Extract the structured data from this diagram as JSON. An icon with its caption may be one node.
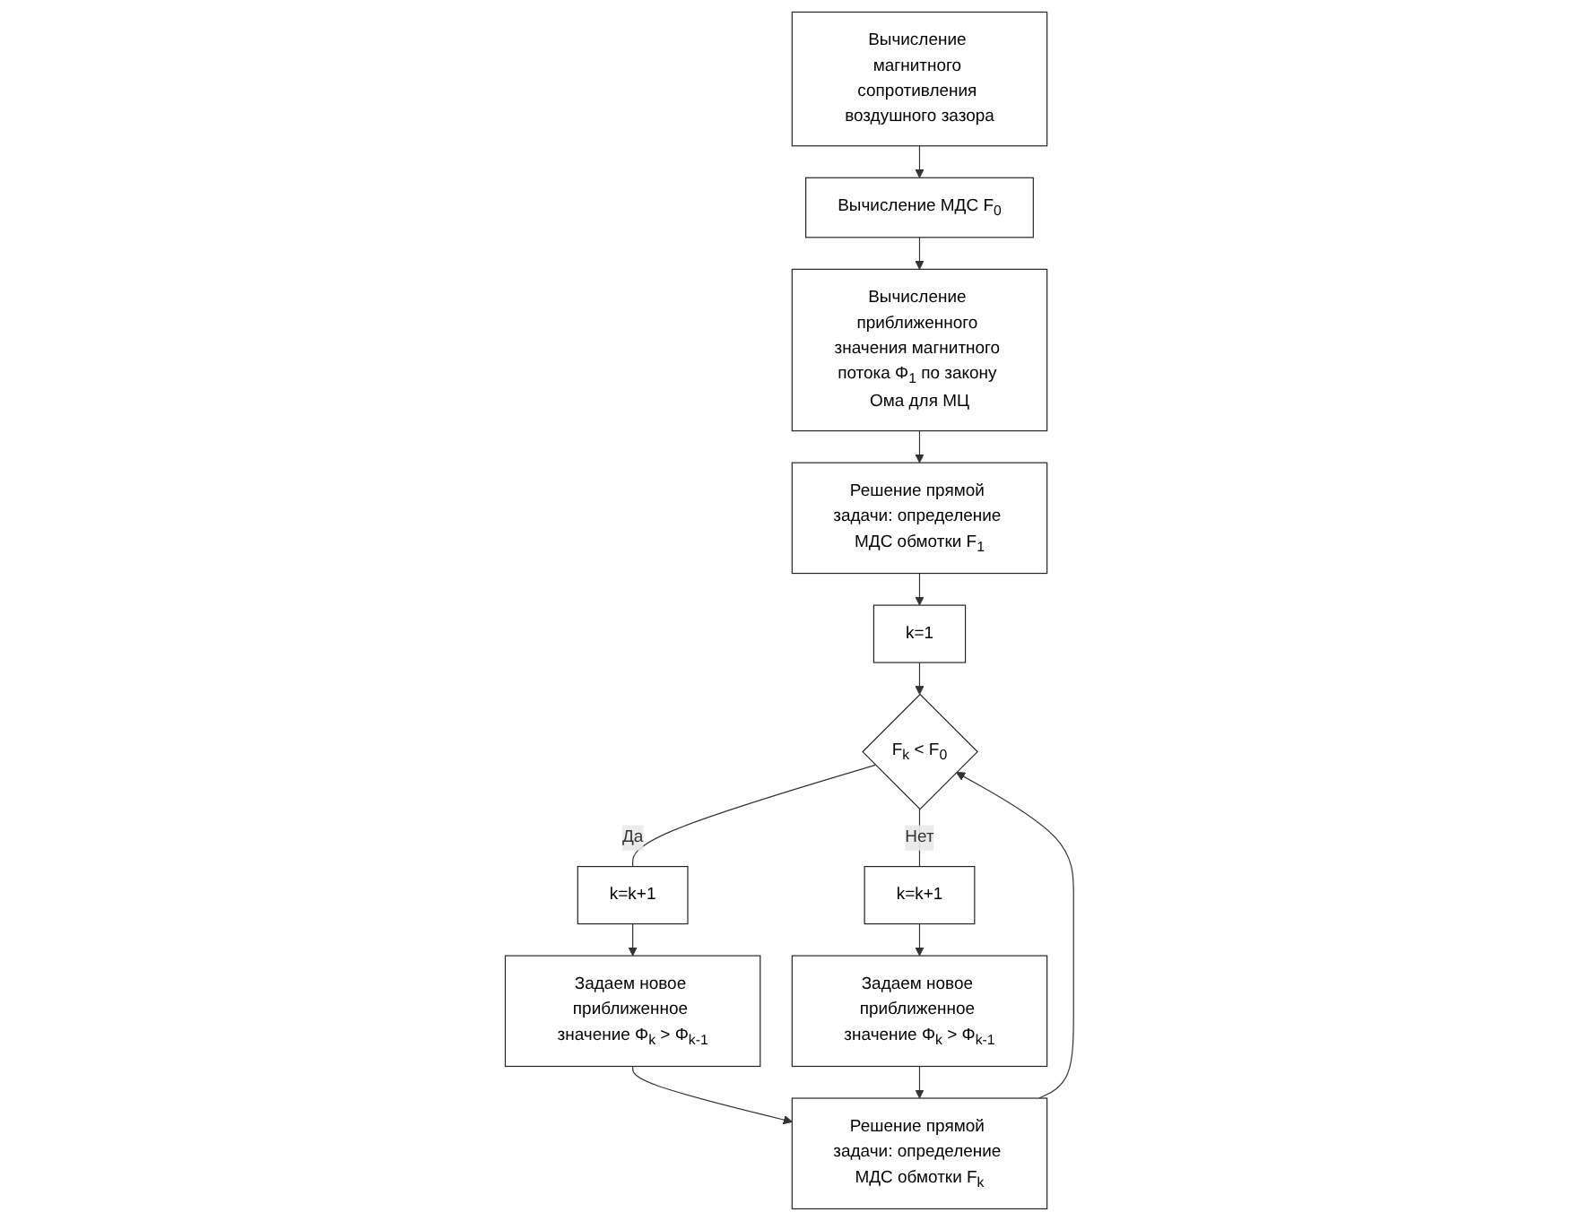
{
  "diagram": {
    "nodes": [
      {
        "text": [
          "Вычисление магнитного сопротивления воздушного зазора"
        ]
      },
      {
        "text": [
          "Вычисление МДС F$_{0}$"
        ]
      },
      {
        "text": [
          "Вычисление приближенного значения магнитного потока Φ$_{1}$ по закону Ома для МЦ"
        ]
      },
      {
        "text": [
          "Решение прямой задачи: определение МДС обмотки F$_{1}$"
        ]
      },
      {
        "text": [
          "k=1"
        ]
      },
      {
        "text": [
          "F$_{k}$ < F$_{0}$"
        ]
      },
      {
        "text": [
          "k=k+1"
        ]
      },
      {
        "text": [
          "Задаем новое приближенное значение Φ$_{k}$ > Φ$_{k-1}$"
        ]
      },
      {
        "text": [
          "k=k+1"
        ]
      },
      {
        "text": [
          "Задаем новое приближенное значение Φ$_{k}$ > Φ$_{k-1}$"
        ]
      },
      {
        "text": [
          "Решение прямой задачи: определение МДС обмотки F$_{k}$"
        ]
      }
    ],
    "edges": [
      {
        "from": 0,
        "to": 1,
        "arrow": "to"
      },
      {
        "from": 1,
        "to": 2,
        "arrow": "to"
      },
      {
        "from": 2,
        "to": 3,
        "arrow": "to"
      },
      {
        "from": 3,
        "to": 4,
        "arrow": "to"
      },
      {
        "from": 4,
        "to": 5,
        "arrow": "to"
      },
      {
        "from": 5,
        "to": 6,
        "label": "Да",
        "arrow": "none"
      },
      {
        "from": 6,
        "to": 7,
        "arrow": "to"
      },
      {
        "from": 7,
        "to": 10,
        "arrow": "to"
      },
      {
        "from": 5,
        "to": 8,
        "label": "Нет",
        "arrow": "none"
      },
      {
        "from": 8,
        "to": 9,
        "arrow": "to"
      },
      {
        "from": 9,
        "to": 10,
        "arrow": "to"
      },
      {
        "from": 10,
        "to": 5,
        "arrow": "to"
      }
    ]
  }
}
